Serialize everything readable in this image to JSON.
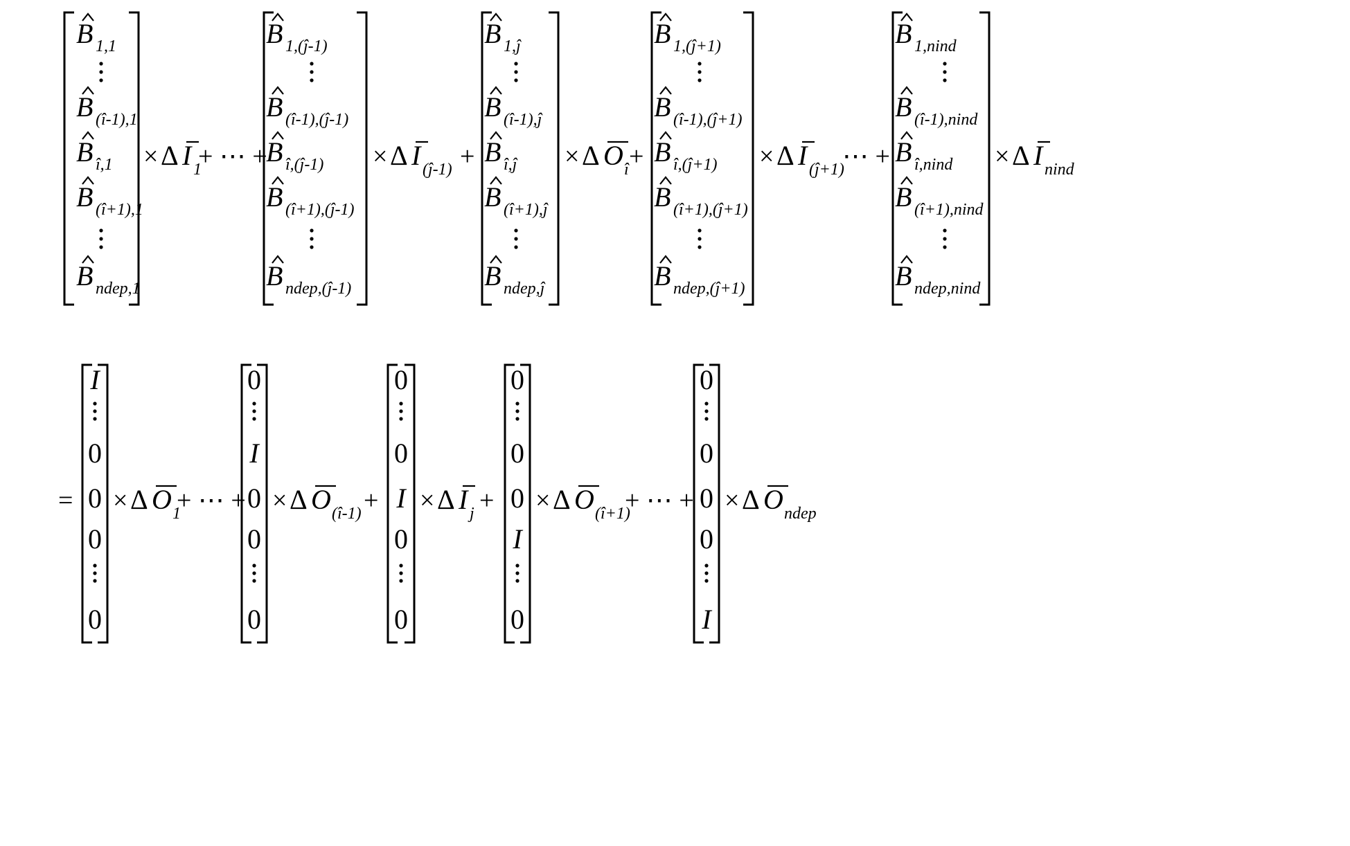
{
  "page": {
    "background": "#ffffff",
    "ink": "#000000"
  },
  "equation": {
    "row1": {
      "columns": [
        {
          "rows": [
            {
              "base": "B",
              "sub": "1,1"
            },
            {
              "dots": true
            },
            {
              "base": "B",
              "sub": "(î-1),1"
            },
            {
              "base": "B",
              "sub": "î,1"
            },
            {
              "base": "B",
              "sub": "(î+1),1"
            },
            {
              "dots": true
            },
            {
              "base": "B",
              "sub": "ndep,1"
            }
          ],
          "mult": {
            "sym": "I",
            "bar": "short",
            "sub": "1"
          },
          "after": "+ ⋯ +"
        },
        {
          "rows": [
            {
              "base": "B",
              "sub": "1,(ĵ-1)"
            },
            {
              "dots": true
            },
            {
              "base": "B",
              "sub": "(î-1),(ĵ-1)"
            },
            {
              "base": "B",
              "sub": "î,(ĵ-1)"
            },
            {
              "base": "B",
              "sub": "(î+1),(ĵ-1)"
            },
            {
              "dots": true
            },
            {
              "base": "B",
              "sub": "ndep,(ĵ-1)"
            }
          ],
          "mult": {
            "sym": "I",
            "bar": "short",
            "sub": "(ĵ-1)"
          },
          "after": "+"
        },
        {
          "rows": [
            {
              "base": "B",
              "sub": "1,ĵ"
            },
            {
              "dots": true
            },
            {
              "base": "B",
              "sub": "(î-1),ĵ"
            },
            {
              "base": "B",
              "sub": "î,ĵ"
            },
            {
              "base": "B",
              "sub": "(î+1),ĵ"
            },
            {
              "dots": true
            },
            {
              "base": "B",
              "sub": "ndep,ĵ"
            }
          ],
          "mult": {
            "sym": "O",
            "bar": "long",
            "sub": "î"
          },
          "after": "+"
        },
        {
          "rows": [
            {
              "base": "B",
              "sub": "1,(ĵ+1)"
            },
            {
              "dots": true
            },
            {
              "base": "B",
              "sub": "(î-1),(ĵ+1)"
            },
            {
              "base": "B",
              "sub": "î,(ĵ+1)"
            },
            {
              "base": "B",
              "sub": "(î+1),(ĵ+1)"
            },
            {
              "dots": true
            },
            {
              "base": "B",
              "sub": "ndep,(ĵ+1)"
            }
          ],
          "mult": {
            "sym": "I",
            "bar": "short",
            "sub": "(ĵ+1)"
          },
          "after": "⋯ +"
        },
        {
          "rows": [
            {
              "base": "B",
              "sub": "1,nind"
            },
            {
              "dots": true
            },
            {
              "base": "B",
              "sub": "(î-1),nind"
            },
            {
              "base": "B",
              "sub": "î,nind"
            },
            {
              "base": "B",
              "sub": "(î+1),nind"
            },
            {
              "dots": true
            },
            {
              "base": "B",
              "sub": "ndep,nind"
            }
          ],
          "mult": {
            "sym": "I",
            "bar": "short",
            "sub": "nind"
          },
          "after": ""
        }
      ]
    },
    "row2": {
      "lead": "=",
      "columns": [
        {
          "rows": [
            "I",
            "⋮",
            "0",
            "0",
            "0",
            "⋮",
            "0"
          ],
          "mult": {
            "sym": "O",
            "bar": "long",
            "sub": "1"
          },
          "after": "+ ⋯ +"
        },
        {
          "rows": [
            "0",
            "⋮",
            "I",
            "0",
            "0",
            "⋮",
            "0"
          ],
          "mult": {
            "sym": "O",
            "bar": "long",
            "sub": "(î-1)"
          },
          "after": "+"
        },
        {
          "rows": [
            "0",
            "⋮",
            "0",
            "I",
            "0",
            "⋮",
            "0"
          ],
          "mult": {
            "sym": "I",
            "bar": "short",
            "sub": "j"
          },
          "after": "+"
        },
        {
          "rows": [
            "0",
            "⋮",
            "0",
            "0",
            "I",
            "⋮",
            "0"
          ],
          "mult": {
            "sym": "O",
            "bar": "long",
            "sub": "(î+1)"
          },
          "after": "+ ⋯ +"
        },
        {
          "rows": [
            "0",
            "⋮",
            "0",
            "0",
            "0",
            "⋮",
            "I"
          ],
          "mult": {
            "sym": "O",
            "bar": "long",
            "sub": "ndep"
          },
          "after": ""
        }
      ]
    }
  }
}
